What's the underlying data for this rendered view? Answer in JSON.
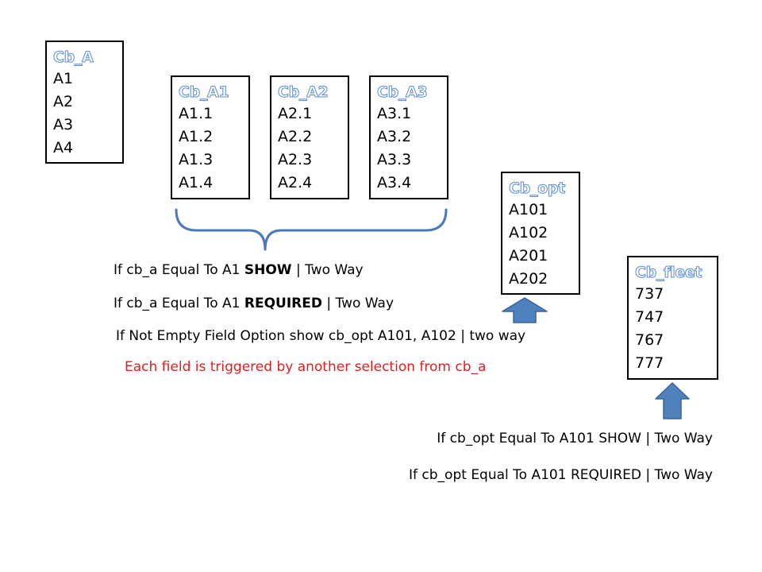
{
  "boxes": {
    "cb_a": {
      "title": "Cb_A",
      "items": [
        "A1",
        "A2",
        "A3",
        "A4"
      ]
    },
    "cb_a1": {
      "title": "Cb_A1",
      "items": [
        "A1.1",
        "A1.2",
        "A1.3",
        "A1.4"
      ]
    },
    "cb_a2": {
      "title": "Cb_A2",
      "items": [
        "A2.1",
        "A2.2",
        "A2.3",
        "A2.4"
      ]
    },
    "cb_a3": {
      "title": "Cb_A3",
      "items": [
        "A3.1",
        "A3.2",
        "A3.3",
        "A3.4"
      ]
    },
    "cb_opt": {
      "title": "Cb_opt",
      "items": [
        "A101",
        "A102",
        "A201",
        "A202"
      ]
    },
    "cb_fleet": {
      "title": "Cb_fleet",
      "items": [
        "737",
        "747",
        "767",
        "777"
      ]
    }
  },
  "rules": {
    "show": {
      "prefix": "If cb_a Equal To A1 ",
      "keyword": "SHOW",
      "suffix": " | Two Way"
    },
    "required": {
      "prefix": "If cb_a Equal To A1 ",
      "keyword": "REQUIRED",
      "suffix": " | Two Way"
    },
    "option": "If Not Empty Field Option show cb_opt A101, A102 | two way",
    "note": "Each field is triggered by another selection from cb_a",
    "opt_show": "If cb_opt Equal To A101 SHOW | Two Way",
    "opt_required": "If cb_opt Equal To A101 REQUIRED | Two Way"
  },
  "colors": {
    "title_outline": "#5b8ed6",
    "brace": "#4a78b8",
    "arrow_fill": "#4f81bd",
    "arrow_stroke": "#3a6496",
    "note_text": "#e02020"
  }
}
